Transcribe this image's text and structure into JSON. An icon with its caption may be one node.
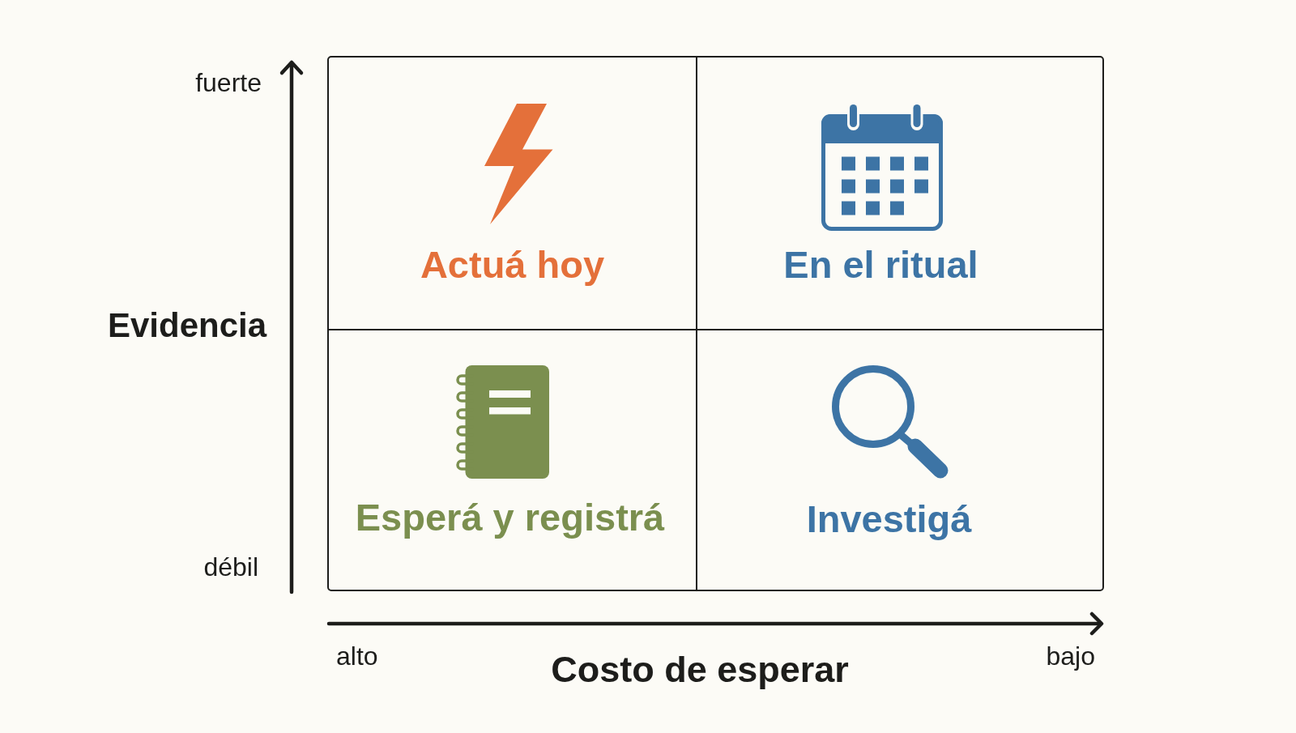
{
  "diagram": {
    "nodes": [
      {
        "text": [
          "Actuá hoy"
        ]
      },
      {
        "text": [
          "En el ritual"
        ]
      },
      {
        "text": [
          "Esperá y registrá"
        ]
      },
      {
        "text": [
          "Investigá"
        ]
      }
    ],
    "labels": [
      "fuerte",
      "Evidencia",
      "débil",
      "alto",
      "Costo de esperar",
      "bajo"
    ]
  }
}
